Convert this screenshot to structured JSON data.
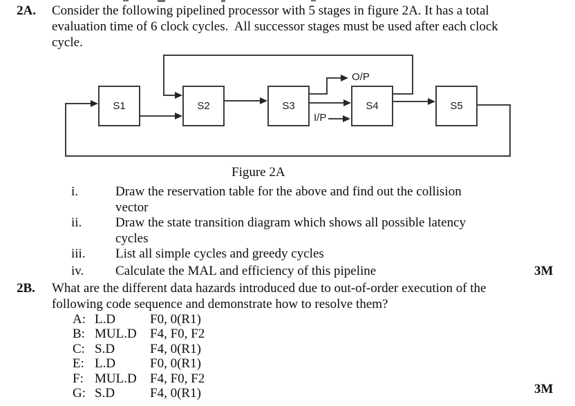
{
  "q2a": {
    "label": "2A.",
    "lines": [
      "Consider the following pipelined processor with 5 stages in figure 2A. It has a total",
      "evaluation time of 6 clock cycles.  All successor stages must be used after each clock",
      "cycle."
    ],
    "items": [
      {
        "numeral": "i.",
        "lines": [
          "Draw the reservation table for the above and find out the collision",
          "vector"
        ]
      },
      {
        "numeral": "ii.",
        "lines": [
          "Draw the state transition diagram which shows all possible latency",
          "cycles"
        ]
      },
      {
        "numeral": "iii.",
        "lines": [
          "List all simple cycles and greedy cycles"
        ]
      },
      {
        "numeral": "iv.",
        "lines": [
          "Calculate the MAL and efficiency of this pipeline"
        ]
      }
    ],
    "marks": "3M"
  },
  "figure": {
    "caption": "Figure 2A",
    "stages": [
      "S1",
      "S2",
      "S3",
      "S4",
      "S5"
    ],
    "output_label": "O/P",
    "input_label": "I/P",
    "line_color": "#3c3c3c"
  },
  "q2b": {
    "label": "2B.",
    "lines": [
      "What are the different data hazards introduced due to out-of-order execution of the",
      "following code sequence and demonstrate how to resolve them?"
    ],
    "code": [
      {
        "tag": "A:",
        "op": "L.D",
        "operands": "F0, 0(R1)"
      },
      {
        "tag": "B:",
        "op": "MUL.D",
        "operands": "F4, F0, F2"
      },
      {
        "tag": "C:",
        "op": "S.D",
        "operands": "F4, 0(R1)"
      },
      {
        "tag": "E:",
        "op": "L.D",
        "operands": "F0, 0(R1)"
      },
      {
        "tag": "F:",
        "op": "MUL.D",
        "operands": "F4, F0, F2"
      },
      {
        "tag": "G:",
        "op": "S.D",
        "operands": "F4, 0(R1)"
      }
    ],
    "marks": "3M"
  }
}
